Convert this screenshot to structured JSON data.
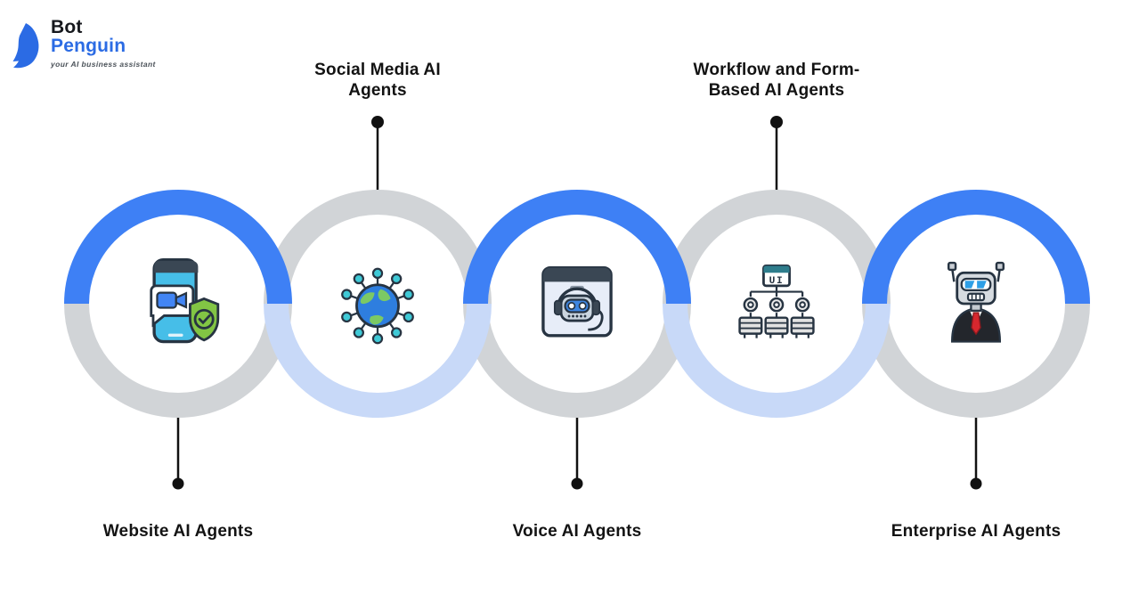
{
  "logo": {
    "brand_top": "Bot",
    "brand_bottom": "Penguin",
    "tagline": "your AI business assistant"
  },
  "colors": {
    "background": "#FFFFFF",
    "ring_blue": "#3E80F5",
    "ring_gray": "#D1D4D7",
    "ring_light_blue": "#C8D9F8",
    "connector_black": "#111111",
    "label_text": "#131313",
    "logo_blue": "#2B6BE4",
    "logo_black": "#16181D"
  },
  "diagram": {
    "items": [
      {
        "label": "Website AI Agents",
        "lines": [
          "Website AI Agents"
        ],
        "label_position": "bottom",
        "icon": "phone-video-chat-shield-icon",
        "ring_top": "blue",
        "ring_bottom": "gray"
      },
      {
        "label": "Social Media AI Agents",
        "lines": [
          "Social Media AI",
          "Agents"
        ],
        "label_position": "top",
        "icon": "globe-network-icon",
        "ring_top": "gray",
        "ring_bottom": "light-blue"
      },
      {
        "label": "Voice AI Agents",
        "lines": [
          "Voice AI Agents"
        ],
        "label_position": "bottom",
        "icon": "voice-bot-browser-icon",
        "ring_top": "blue",
        "ring_bottom": "gray"
      },
      {
        "label": "Workflow and Form-Based AI Agents",
        "lines": [
          "Workflow and Form-",
          "Based AI Agents"
        ],
        "label_position": "top",
        "icon": "workflow-ui-gears-database-icon",
        "ring_top": "gray",
        "ring_bottom": "light-blue"
      },
      {
        "label": "Enterprise AI Agents",
        "lines": [
          "Enterprise AI Agents"
        ],
        "label_position": "bottom",
        "icon": "business-robot-suit-icon",
        "ring_top": "blue",
        "ring_bottom": "gray"
      }
    ]
  },
  "icons": {
    "workflow_ui_text": "UI"
  }
}
